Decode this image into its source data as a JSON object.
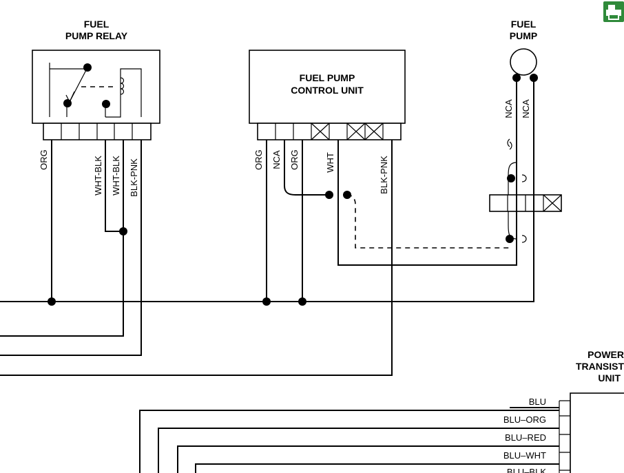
{
  "components": {
    "relay_title_1": "FUEL",
    "relay_title_2": "PUMP RELAY",
    "control_title_1": "FUEL PUMP",
    "control_title_2": "CONTROL UNIT",
    "pump_title_1": "FUEL",
    "pump_title_2": "PUMP",
    "ptu_title_1": "POWER",
    "ptu_title_2": "TRANSIST",
    "ptu_title_3": "UNIT"
  },
  "wire_labels": {
    "relay_org": "ORG",
    "relay_wht_blk_1": "WHT-BLK",
    "relay_wht_blk_2": "WHT-BLK",
    "relay_blk_pnk": "BLK-PNK",
    "ctrl_org_1": "ORG",
    "ctrl_nca": "NCA",
    "ctrl_org_2": "ORG",
    "ctrl_wht": "WHT",
    "ctrl_blk_pnk": "BLK-PNK",
    "pump_nca_1": "NCA",
    "pump_nca_2": "NCA",
    "ptu_blu": "BLU",
    "ptu_blu_org": "BLU–ORG",
    "ptu_blu_red": "BLU–RED",
    "ptu_blu_wht": "BLU–WHT",
    "ptu_blu_blk": "BLU–BLK"
  },
  "toolbar": {
    "print_icon": "printer-icon",
    "print_color": "#2f8a3a"
  }
}
